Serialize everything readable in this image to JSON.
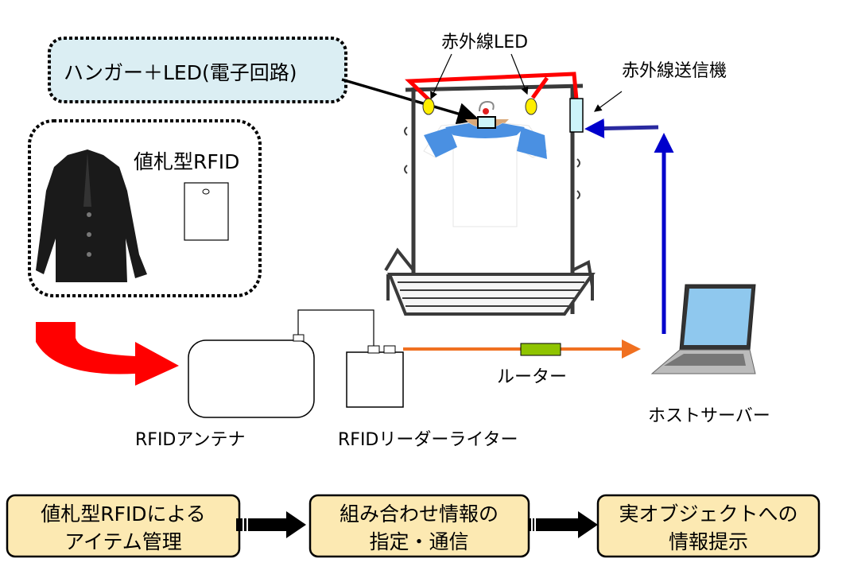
{
  "labels": {
    "hanger_led": "ハンガー＋LED(電子回路)",
    "tag_rfid": "値札型RFID",
    "ir_led": "赤外線LED",
    "ir_transmitter": "赤外線送信機",
    "rfid_antenna": "RFIDアンテナ",
    "rfid_reader_writer": "RFIDリーダーライター",
    "router": "ルーター",
    "host_server": "ホストサーバー"
  },
  "flow": [
    {
      "line1": "値札型RFIDによる",
      "line2": "アイテム管理"
    },
    {
      "line1": "組み合わせ情報の",
      "line2": "指定・通信"
    },
    {
      "line1": "実オブジェクトへの",
      "line2": "情報提示"
    }
  ],
  "colors": {
    "hanger_box": "#dbeef3",
    "flow_box": "#fce9b2",
    "ir_wire": "#ff0000",
    "led": "#ffee00",
    "network_line": "#f07020",
    "router": "#8fc400",
    "ir_signal": "#0000cc",
    "sleeve": "#4a90e2"
  }
}
